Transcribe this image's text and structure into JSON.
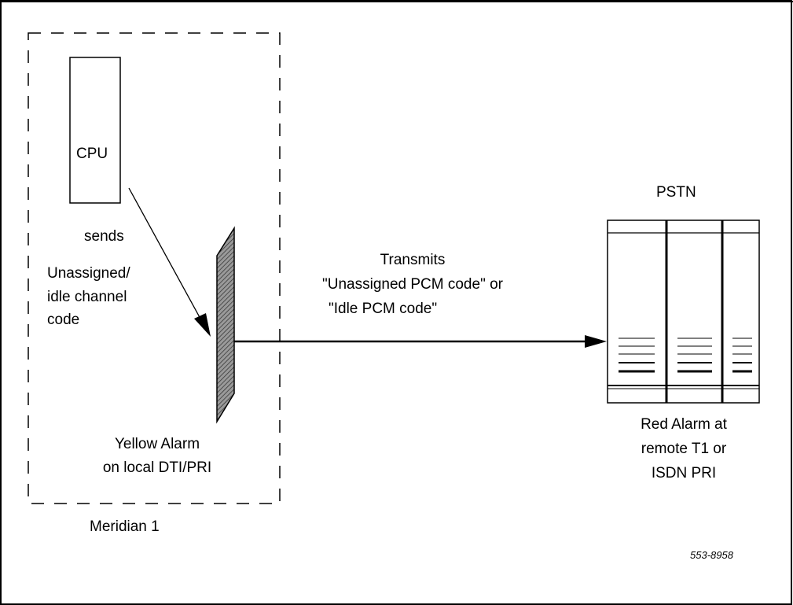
{
  "labels": {
    "cpu": "CPU",
    "sends": "sends",
    "unassigned_line1": "Unassigned/",
    "unassigned_line2": "idle channel",
    "unassigned_line3": "code",
    "yellow_line1": "Yellow Alarm",
    "yellow_line2": "on local DTI/PRI",
    "meridian": "Meridian 1",
    "pstn": "PSTN",
    "transmits_line1": "Transmits",
    "transmits_line2": "\"Unassigned PCM code\" or",
    "transmits_line3": "\"Idle PCM code\"",
    "red_line1": "Red Alarm at",
    "red_line2": "remote T1 or",
    "red_line3": "ISDN PRI",
    "figure_number": "553-8958"
  }
}
